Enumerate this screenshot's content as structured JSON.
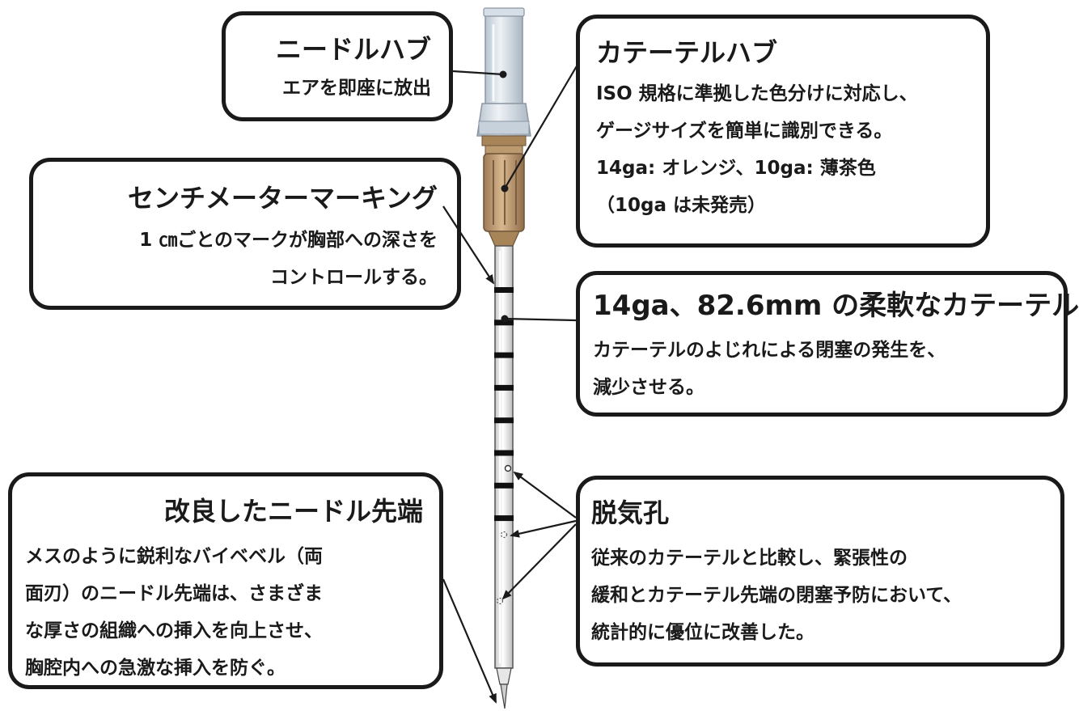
{
  "callouts": {
    "needle_hub": {
      "title": "ニードルハブ",
      "lines": [
        "エアを即座に放出"
      ]
    },
    "catheter_hub": {
      "title": "カテーテルハブ",
      "lines": [
        "ISO 規格に準拠した色分けに対応し、",
        "ゲージサイズを簡単に識別できる。",
        "14ga: オレンジ、10ga: 薄茶色",
        "（10ga は未発売）"
      ]
    },
    "cm_marking": {
      "title": "センチメーターマーキング",
      "lines": [
        "1 ㎝ごとのマークが胸部への深さを",
        "コントロールする。"
      ]
    },
    "catheter": {
      "title": "14ga、82.6mm の柔軟なカテーテル",
      "lines": [
        "カテーテルのよじれによる閉塞の発生を、",
        "減少させる。"
      ]
    },
    "tip": {
      "title": "改良したニードル先端",
      "lines": [
        "メスのように鋭利なバイベベル（両",
        "面刃）のニードル先端は、さまざま",
        "な厚さの組織への挿入を向上させ、",
        "胸腔内への急激な挿入を防ぐ。"
      ]
    },
    "vent": {
      "title": "脱気孔",
      "lines": [
        "従来のカテーテルと比較し、緊張性の",
        "緩和とカテーテル先端の閉塞予防において、",
        "統計的に優位に改善した。"
      ]
    }
  },
  "colors": {
    "outline": "#1a1a1a",
    "needle_hub": "#dfe6ee",
    "catheter_hub": "#c9a57c",
    "catheter_body": "#f2f2f2",
    "markings": "#111111"
  },
  "device": {
    "marking_count": 8,
    "vent_hole_count": 3
  }
}
